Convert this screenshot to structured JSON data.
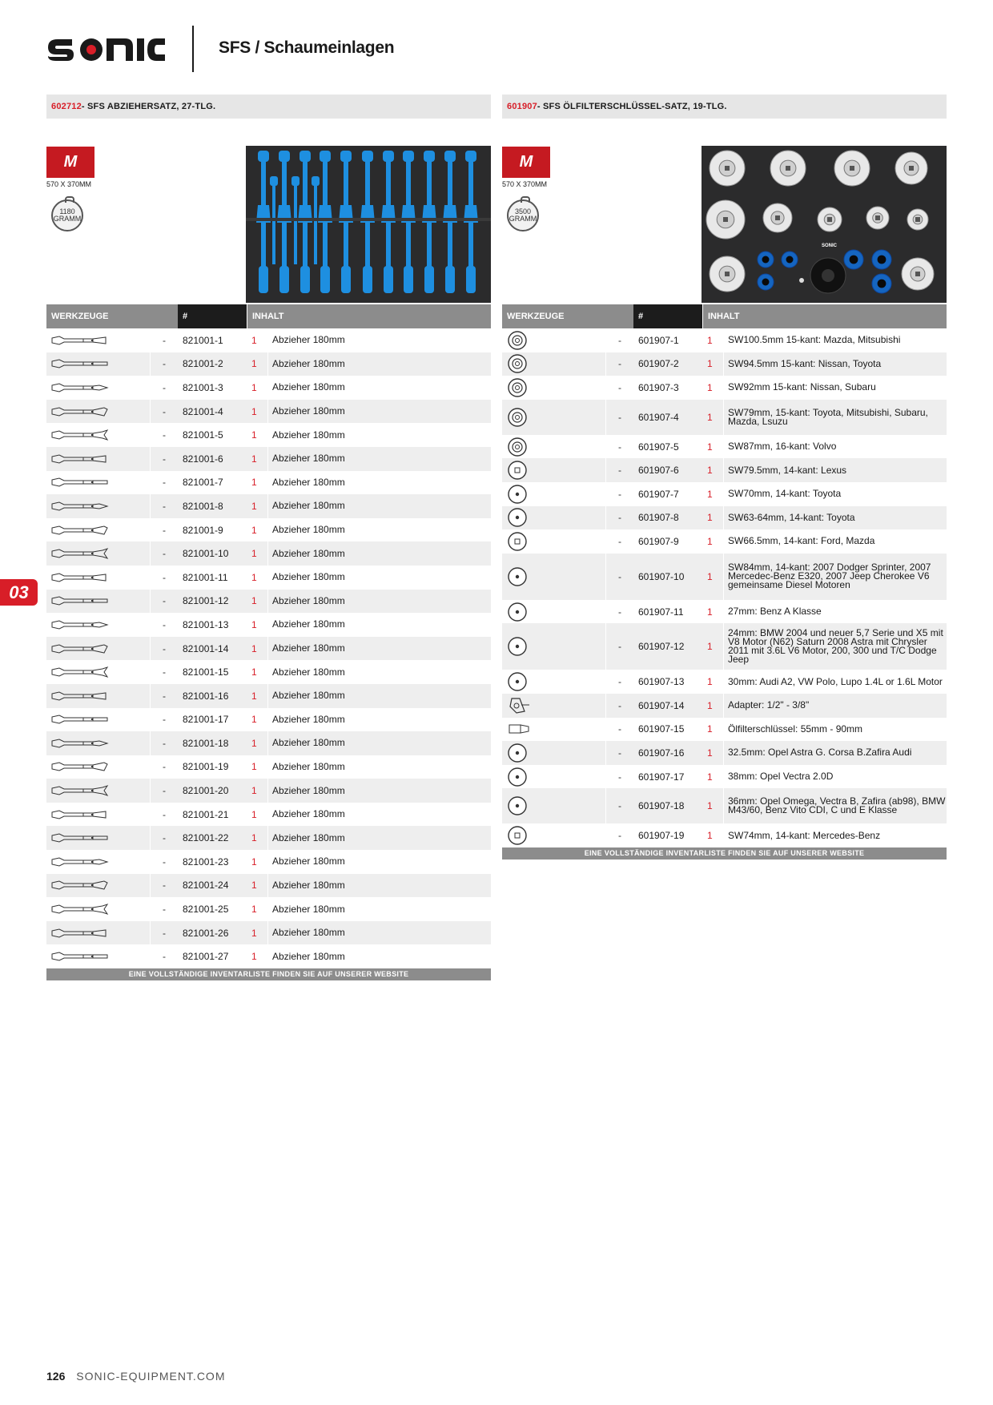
{
  "header": {
    "brand": "sonic",
    "title": "SFS / Schaumeinlagen"
  },
  "side_tab": "03",
  "left": {
    "code": "602712",
    "title": " - SFS ABZIEHERSATZ, 27-TLG.",
    "size": "M",
    "dimensions": "570 X 370MM",
    "weight_value": "1180",
    "weight_unit": "GRAMM",
    "col_tools": "WERKZEUGE",
    "col_num": "#",
    "col_content": "INHALT",
    "footer": "EINE VOLLSTÄNDIGE INVENTARLISTE FINDEN SIE AUF UNSERER WEBSITE",
    "rows": [
      {
        "art": "821001-1",
        "qty": "1",
        "desc": "Abzieher 180mm"
      },
      {
        "art": "821001-2",
        "qty": "1",
        "desc": "Abzieher 180mm"
      },
      {
        "art": "821001-3",
        "qty": "1",
        "desc": "Abzieher 180mm"
      },
      {
        "art": "821001-4",
        "qty": "1",
        "desc": "Abzieher 180mm"
      },
      {
        "art": "821001-5",
        "qty": "1",
        "desc": "Abzieher 180mm"
      },
      {
        "art": "821001-6",
        "qty": "1",
        "desc": "Abzieher 180mm"
      },
      {
        "art": "821001-7",
        "qty": "1",
        "desc": "Abzieher 180mm"
      },
      {
        "art": "821001-8",
        "qty": "1",
        "desc": "Abzieher 180mm"
      },
      {
        "art": "821001-9",
        "qty": "1",
        "desc": "Abzieher 180mm"
      },
      {
        "art": "821001-10",
        "qty": "1",
        "desc": "Abzieher 180mm"
      },
      {
        "art": "821001-11",
        "qty": "1",
        "desc": "Abzieher 180mm"
      },
      {
        "art": "821001-12",
        "qty": "1",
        "desc": "Abzieher 180mm"
      },
      {
        "art": "821001-13",
        "qty": "1",
        "desc": "Abzieher 180mm"
      },
      {
        "art": "821001-14",
        "qty": "1",
        "desc": "Abzieher 180mm"
      },
      {
        "art": "821001-15",
        "qty": "1",
        "desc": "Abzieher 180mm"
      },
      {
        "art": "821001-16",
        "qty": "1",
        "desc": "Abzieher 180mm"
      },
      {
        "art": "821001-17",
        "qty": "1",
        "desc": "Abzieher 180mm"
      },
      {
        "art": "821001-18",
        "qty": "1",
        "desc": "Abzieher 180mm"
      },
      {
        "art": "821001-19",
        "qty": "1",
        "desc": "Abzieher 180mm"
      },
      {
        "art": "821001-20",
        "qty": "1",
        "desc": "Abzieher 180mm"
      },
      {
        "art": "821001-21",
        "qty": "1",
        "desc": "Abzieher 180mm"
      },
      {
        "art": "821001-22",
        "qty": "1",
        "desc": "Abzieher 180mm"
      },
      {
        "art": "821001-23",
        "qty": "1",
        "desc": "Abzieher 180mm"
      },
      {
        "art": "821001-24",
        "qty": "1",
        "desc": "Abzieher 180mm"
      },
      {
        "art": "821001-25",
        "qty": "1",
        "desc": "Abzieher 180mm"
      },
      {
        "art": "821001-26",
        "qty": "1",
        "desc": "Abzieher 180mm"
      },
      {
        "art": "821001-27",
        "qty": "1",
        "desc": "Abzieher 180mm"
      }
    ]
  },
  "right": {
    "code": "601907",
    "title": " - SFS ÖLFILTERSCHLÜSSEL-SATZ, 19-TLG.",
    "size": "M",
    "dimensions": "570 X 370MM",
    "weight_value": "3500",
    "weight_unit": "GRAMM",
    "photo_logo": "SONIC",
    "col_tools": "WERKZEUGE",
    "col_num": "#",
    "col_content": "INHALT",
    "footer": "EINE VOLLSTÄNDIGE INVENTARLISTE FINDEN SIE AUF UNSERER WEBSITE",
    "rows": [
      {
        "art": "601907-1",
        "qty": "1",
        "desc": "SW100.5mm 15-kant: Mazda, Mitsubishi"
      },
      {
        "art": "601907-2",
        "qty": "1",
        "desc": "SW94.5mm 15-kant: Nissan, Toyota"
      },
      {
        "art": "601907-3",
        "qty": "1",
        "desc": "SW92mm 15-kant: Nissan, Subaru"
      },
      {
        "art": "601907-4",
        "qty": "1",
        "desc": "SW79mm, 15-kant: Toyota, Mitsubishi, Subaru, Mazda, Lsuzu"
      },
      {
        "art": "601907-5",
        "qty": "1",
        "desc": "SW87mm, 16-kant: Volvo"
      },
      {
        "art": "601907-6",
        "qty": "1",
        "desc": "SW79.5mm, 14-kant: Lexus"
      },
      {
        "art": "601907-7",
        "qty": "1",
        "desc": "SW70mm, 14-kant: Toyota"
      },
      {
        "art": "601907-8",
        "qty": "1",
        "desc": "SW63-64mm, 14-kant: Toyota"
      },
      {
        "art": "601907-9",
        "qty": "1",
        "desc": "SW66.5mm, 14-kant: Ford, Mazda"
      },
      {
        "art": "601907-10",
        "qty": "1",
        "desc": "SW84mm, 14-kant: 2007 Dodger Sprinter, 2007 Mercedec-Benz E320, 2007 Jeep Cherokee V6 gemeinsame Diesel Motoren"
      },
      {
        "art": "601907-11",
        "qty": "1",
        "desc": "27mm: Benz A Klasse"
      },
      {
        "art": "601907-12",
        "qty": "1",
        "desc": "24mm: BMW 2004 und neuer 5,7 Serie und X5 mit V8 Motor (N62) Saturn 2008 Astra mit Chrysler 2011 mit 3.6L V6 Motor, 200, 300 und T/C Dodge Jeep"
      },
      {
        "art": "601907-13",
        "qty": "1",
        "desc": "30mm: Audi A2, VW Polo, Lupo 1.4L or 1.6L Motor"
      },
      {
        "art": "601907-14",
        "qty": "1",
        "desc": "Adapter: 1/2\" - 3/8\""
      },
      {
        "art": "601907-15",
        "qty": "1",
        "desc": "Ölfilterschlüssel: 55mm - 90mm"
      },
      {
        "art": "601907-16",
        "qty": "1",
        "desc": "32.5mm: Opel Astra G. Corsa B.Zafira Audi"
      },
      {
        "art": "601907-17",
        "qty": "1",
        "desc": "38mm: Opel Vectra 2.0D"
      },
      {
        "art": "601907-18",
        "qty": "1",
        "desc": "36mm: Opel Omega, Vectra B, Zafira (ab98), BMW M43/60, Benz Vito CDI, C und E Klasse"
      },
      {
        "art": "601907-19",
        "qty": "1",
        "desc": "SW74mm, 14-kant: Mercedes-Benz"
      }
    ]
  },
  "page": {
    "number": "126",
    "website": "SONIC-EQUIPMENT.COM"
  }
}
